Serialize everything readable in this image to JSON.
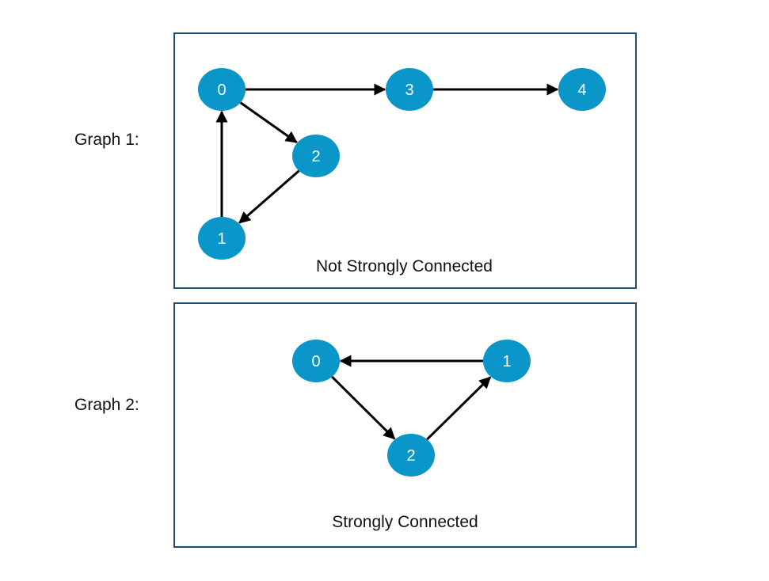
{
  "graph1": {
    "label": "Graph 1:",
    "caption": "Not Strongly Connected",
    "nodes": [
      {
        "id": "0",
        "label": "0"
      },
      {
        "id": "3",
        "label": "3"
      },
      {
        "id": "4",
        "label": "4"
      },
      {
        "id": "2",
        "label": "2"
      },
      {
        "id": "1",
        "label": "1"
      }
    ],
    "edges": [
      {
        "from": "0",
        "to": "3"
      },
      {
        "from": "3",
        "to": "4"
      },
      {
        "from": "0",
        "to": "2"
      },
      {
        "from": "2",
        "to": "1"
      },
      {
        "from": "1",
        "to": "0"
      }
    ]
  },
  "graph2": {
    "label": "Graph 2:",
    "caption": "Strongly Connected",
    "nodes": [
      {
        "id": "0",
        "label": "0"
      },
      {
        "id": "1",
        "label": "1"
      },
      {
        "id": "2",
        "label": "2"
      }
    ],
    "edges": [
      {
        "from": "1",
        "to": "0"
      },
      {
        "from": "0",
        "to": "2"
      },
      {
        "from": "2",
        "to": "1"
      }
    ]
  },
  "colors": {
    "node_fill": "#0a96c8",
    "edge": "#000000",
    "panel_border": "#1f4e79"
  }
}
